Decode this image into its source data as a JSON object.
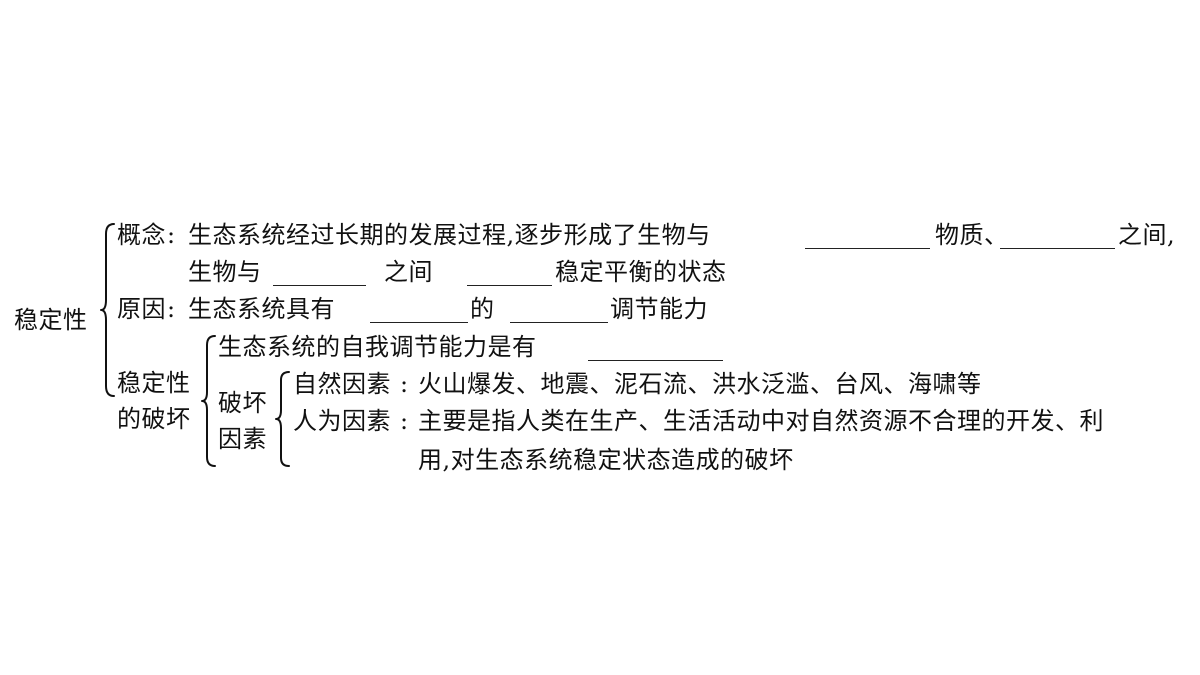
{
  "root": {
    "label": "稳定性"
  },
  "concept": {
    "label": "概念",
    "line1_a": "生态系统经过长期的发展过程,逐步形成了生物与",
    "line1_b": "物质、",
    "line1_c": "之间,",
    "line2_a": "生物与",
    "line2_b": "之间",
    "line2_c": "稳定平衡的状态"
  },
  "cause": {
    "label": "原因",
    "text_a": "生态系统具有",
    "text_b": "的",
    "text_c": "调节能力"
  },
  "destruction": {
    "label_line1": "稳定性",
    "label_line2": "的破坏",
    "limit_text": "生态系统的自我调节能力是有",
    "factors_label_line1": "破坏",
    "factors_label_line2": "因素",
    "natural": {
      "label": "自然因素",
      "text": "火山爆发、地震、泥石流、洪水泛滥、台风、海啸等"
    },
    "human": {
      "label": "人为因素",
      "text_line1": "主要是指人类在生产、生活活动中对自然资源不合理的开发、利",
      "text_line2": "用,对生态系统稳定状态造成的破坏"
    }
  },
  "colon": ":"
}
